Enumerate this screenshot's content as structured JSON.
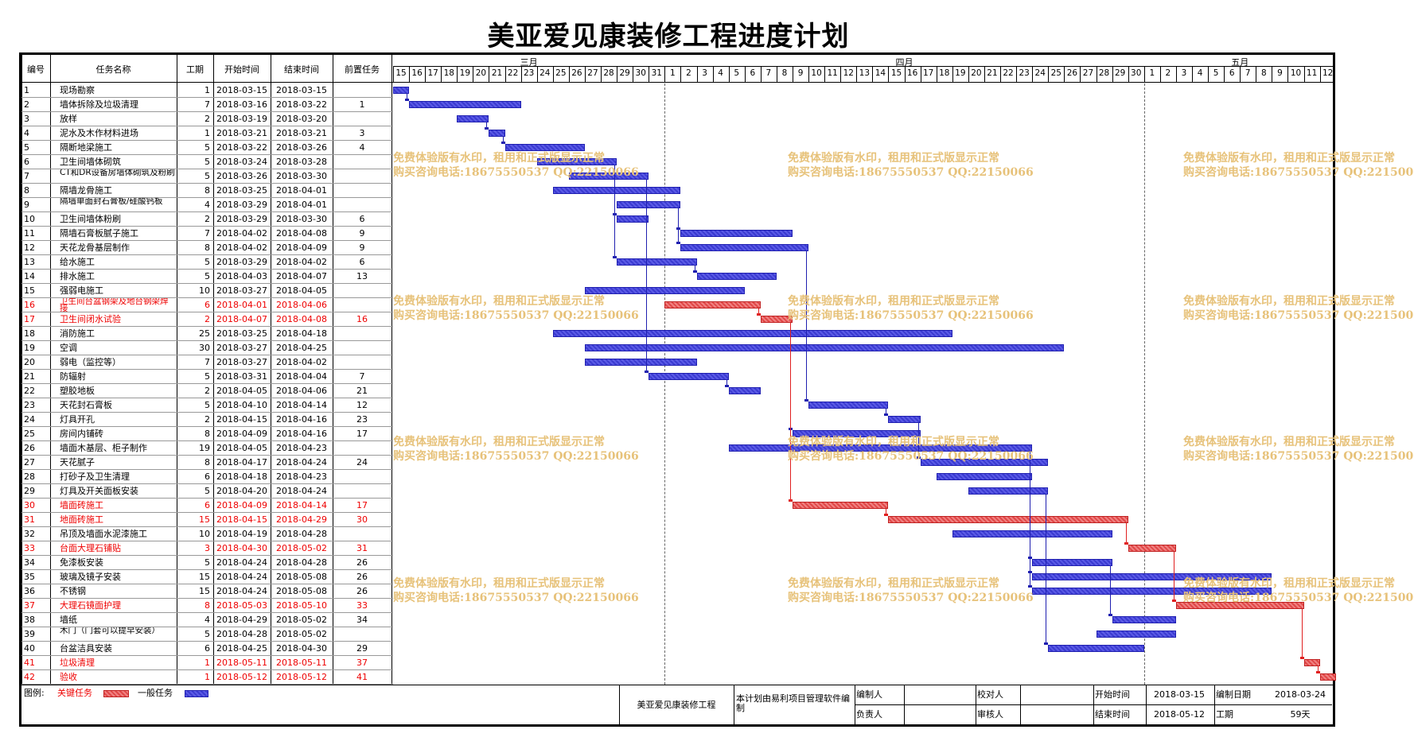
{
  "title": "美亚爱见康装修工程进度计划",
  "columns": {
    "no": "编号",
    "name": "任务名称",
    "dur": "工期",
    "start": "开始时间",
    "end": "结束时间",
    "pred": "前置任务"
  },
  "months": [
    "三月",
    "四月",
    "五月"
  ],
  "days": [
    "15",
    "16",
    "17",
    "18",
    "19",
    "20",
    "21",
    "22",
    "23",
    "24",
    "25",
    "26",
    "27",
    "28",
    "29",
    "30",
    "31",
    "1",
    "2",
    "3",
    "4",
    "5",
    "6",
    "7",
    "8",
    "9",
    "10",
    "11",
    "12",
    "13",
    "14",
    "15",
    "16",
    "17",
    "18",
    "19",
    "20",
    "21",
    "22",
    "23",
    "24",
    "25",
    "26",
    "27",
    "28",
    "29",
    "30",
    "1",
    "2",
    "3",
    "4",
    "5",
    "6",
    "7",
    "8",
    "9",
    "10",
    "11",
    "12"
  ],
  "tasks": [
    {
      "no": "1",
      "name": "现场勘察",
      "dur": "1",
      "start": "2018-03-15",
      "end": "2018-03-15",
      "pred": "",
      "critical": false
    },
    {
      "no": "2",
      "name": "墙体拆除及垃圾清理",
      "dur": "7",
      "start": "2018-03-16",
      "end": "2018-03-22",
      "pred": "1",
      "critical": false
    },
    {
      "no": "3",
      "name": "放样",
      "dur": "2",
      "start": "2018-03-19",
      "end": "2018-03-20",
      "pred": "",
      "critical": false
    },
    {
      "no": "4",
      "name": "泥水及木作材料进场",
      "dur": "1",
      "start": "2018-03-21",
      "end": "2018-03-21",
      "pred": "3",
      "critical": false
    },
    {
      "no": "5",
      "name": "隔断地梁施工",
      "dur": "5",
      "start": "2018-03-22",
      "end": "2018-03-26",
      "pred": "4",
      "critical": false
    },
    {
      "no": "6",
      "name": "卫生间墙体砌筑",
      "dur": "5",
      "start": "2018-03-24",
      "end": "2018-03-28",
      "pred": "",
      "critical": false
    },
    {
      "no": "7",
      "name": "CT和DR设备房墙体砌筑及粉刷",
      "dur": "5",
      "start": "2018-03-26",
      "end": "2018-03-30",
      "pred": "",
      "critical": false
    },
    {
      "no": "8",
      "name": "隔墙龙骨施工",
      "dur": "8",
      "start": "2018-03-25",
      "end": "2018-04-01",
      "pred": "",
      "critical": false
    },
    {
      "no": "9",
      "name": "隔墙单面封石膏板/硅酸钙板",
      "dur": "4",
      "start": "2018-03-29",
      "end": "2018-04-01",
      "pred": "",
      "critical": false
    },
    {
      "no": "10",
      "name": "卫生间墙体粉刷",
      "dur": "2",
      "start": "2018-03-29",
      "end": "2018-03-30",
      "pred": "6",
      "critical": false
    },
    {
      "no": "11",
      "name": "隔墙石膏板腻子施工",
      "dur": "7",
      "start": "2018-04-02",
      "end": "2018-04-08",
      "pred": "9",
      "critical": false
    },
    {
      "no": "12",
      "name": "天花龙骨基层制作",
      "dur": "8",
      "start": "2018-04-02",
      "end": "2018-04-09",
      "pred": "9",
      "critical": false
    },
    {
      "no": "13",
      "name": "给水施工",
      "dur": "5",
      "start": "2018-03-29",
      "end": "2018-04-02",
      "pred": "6",
      "critical": false
    },
    {
      "no": "14",
      "name": "排水施工",
      "dur": "5",
      "start": "2018-04-03",
      "end": "2018-04-07",
      "pred": "13",
      "critical": false
    },
    {
      "no": "15",
      "name": "强弱电施工",
      "dur": "10",
      "start": "2018-03-27",
      "end": "2018-04-05",
      "pred": "",
      "critical": false
    },
    {
      "no": "16",
      "name": "卫生间台盆钢架及地台钢架焊接",
      "dur": "6",
      "start": "2018-04-01",
      "end": "2018-04-06",
      "pred": "",
      "critical": true
    },
    {
      "no": "17",
      "name": "卫生间闭水试验",
      "dur": "2",
      "start": "2018-04-07",
      "end": "2018-04-08",
      "pred": "16",
      "critical": true
    },
    {
      "no": "18",
      "name": "消防施工",
      "dur": "25",
      "start": "2018-03-25",
      "end": "2018-04-18",
      "pred": "",
      "critical": false
    },
    {
      "no": "19",
      "name": "空调",
      "dur": "30",
      "start": "2018-03-27",
      "end": "2018-04-25",
      "pred": "",
      "critical": false
    },
    {
      "no": "20",
      "name": "弱电（监控等）",
      "dur": "7",
      "start": "2018-03-27",
      "end": "2018-04-02",
      "pred": "",
      "critical": false
    },
    {
      "no": "21",
      "name": "防辐射",
      "dur": "5",
      "start": "2018-03-31",
      "end": "2018-04-04",
      "pred": "7",
      "critical": false
    },
    {
      "no": "22",
      "name": "塑胶地板",
      "dur": "2",
      "start": "2018-04-05",
      "end": "2018-04-06",
      "pred": "21",
      "critical": false
    },
    {
      "no": "23",
      "name": "天花封石膏板",
      "dur": "5",
      "start": "2018-04-10",
      "end": "2018-04-14",
      "pred": "12",
      "critical": false
    },
    {
      "no": "24",
      "name": "灯具开孔",
      "dur": "2",
      "start": "2018-04-15",
      "end": "2018-04-16",
      "pred": "23",
      "critical": false
    },
    {
      "no": "25",
      "name": "房间内铺砖",
      "dur": "8",
      "start": "2018-04-09",
      "end": "2018-04-16",
      "pred": "17",
      "critical": false
    },
    {
      "no": "26",
      "name": "墙面木基层、柜子制作",
      "dur": "19",
      "start": "2018-04-05",
      "end": "2018-04-23",
      "pred": "",
      "critical": false
    },
    {
      "no": "27",
      "name": "天花腻子",
      "dur": "8",
      "start": "2018-04-17",
      "end": "2018-04-24",
      "pred": "24",
      "critical": false
    },
    {
      "no": "28",
      "name": "打砂子及卫生清理",
      "dur": "6",
      "start": "2018-04-18",
      "end": "2018-04-23",
      "pred": "",
      "critical": false
    },
    {
      "no": "29",
      "name": "灯具及开关面板安装",
      "dur": "5",
      "start": "2018-04-20",
      "end": "2018-04-24",
      "pred": "",
      "critical": false
    },
    {
      "no": "30",
      "name": "墙面砖施工",
      "dur": "6",
      "start": "2018-04-09",
      "end": "2018-04-14",
      "pred": "17",
      "critical": true
    },
    {
      "no": "31",
      "name": "地面砖施工",
      "dur": "15",
      "start": "2018-04-15",
      "end": "2018-04-29",
      "pred": "30",
      "critical": true
    },
    {
      "no": "32",
      "name": "吊顶及墙面水泥漆施工",
      "dur": "10",
      "start": "2018-04-19",
      "end": "2018-04-28",
      "pred": "",
      "critical": false
    },
    {
      "no": "33",
      "name": "台面大理石铺贴",
      "dur": "3",
      "start": "2018-04-30",
      "end": "2018-05-02",
      "pred": "31",
      "critical": true
    },
    {
      "no": "34",
      "name": "免漆板安装",
      "dur": "5",
      "start": "2018-04-24",
      "end": "2018-04-28",
      "pred": "26",
      "critical": false
    },
    {
      "no": "35",
      "name": "玻璃及镜子安装",
      "dur": "15",
      "start": "2018-04-24",
      "end": "2018-05-08",
      "pred": "26",
      "critical": false
    },
    {
      "no": "36",
      "name": "不锈钢",
      "dur": "15",
      "start": "2018-04-24",
      "end": "2018-05-08",
      "pred": "26",
      "critical": false
    },
    {
      "no": "37",
      "name": "大理石镜面护理",
      "dur": "8",
      "start": "2018-05-03",
      "end": "2018-05-10",
      "pred": "33",
      "critical": true
    },
    {
      "no": "38",
      "name": "墙纸",
      "dur": "4",
      "start": "2018-04-29",
      "end": "2018-05-02",
      "pred": "34",
      "critical": false
    },
    {
      "no": "39",
      "name": "木门（门套可以提早安装）",
      "dur": "5",
      "start": "2018-04-28",
      "end": "2018-05-02",
      "pred": "",
      "critical": false
    },
    {
      "no": "40",
      "name": "台盆洁具安装",
      "dur": "6",
      "start": "2018-04-25",
      "end": "2018-04-30",
      "pred": "29",
      "critical": false
    },
    {
      "no": "41",
      "name": "垃圾清理",
      "dur": "1",
      "start": "2018-05-11",
      "end": "2018-05-11",
      "pred": "37",
      "critical": true
    },
    {
      "no": "42",
      "name": "验收",
      "dur": "1",
      "start": "2018-05-12",
      "end": "2018-05-12",
      "pred": "41",
      "critical": true
    }
  ],
  "schedule": [
    {
      "s": 0,
      "e": 1
    },
    {
      "s": 1,
      "e": 8
    },
    {
      "s": 4,
      "e": 6
    },
    {
      "s": 6,
      "e": 7
    },
    {
      "s": 7,
      "e": 12
    },
    {
      "s": 9,
      "e": 14
    },
    {
      "s": 11,
      "e": 16
    },
    {
      "s": 10,
      "e": 18
    },
    {
      "s": 14,
      "e": 18
    },
    {
      "s": 14,
      "e": 16
    },
    {
      "s": 18,
      "e": 25
    },
    {
      "s": 18,
      "e": 26
    },
    {
      "s": 14,
      "e": 19
    },
    {
      "s": 19,
      "e": 24
    },
    {
      "s": 12,
      "e": 22
    },
    {
      "s": 17,
      "e": 23
    },
    {
      "s": 23,
      "e": 25
    },
    {
      "s": 10,
      "e": 35
    },
    {
      "s": 12,
      "e": 42
    },
    {
      "s": 12,
      "e": 19
    },
    {
      "s": 16,
      "e": 21
    },
    {
      "s": 21,
      "e": 23
    },
    {
      "s": 26,
      "e": 31
    },
    {
      "s": 31,
      "e": 33
    },
    {
      "s": 25,
      "e": 33
    },
    {
      "s": 21,
      "e": 40
    },
    {
      "s": 33,
      "e": 41
    },
    {
      "s": 34,
      "e": 40
    },
    {
      "s": 36,
      "e": 41
    },
    {
      "s": 25,
      "e": 31
    },
    {
      "s": 31,
      "e": 46
    },
    {
      "s": 35,
      "e": 45
    },
    {
      "s": 46,
      "e": 49
    },
    {
      "s": 40,
      "e": 45
    },
    {
      "s": 40,
      "e": 55
    },
    {
      "s": 40,
      "e": 55
    },
    {
      "s": 49,
      "e": 57
    },
    {
      "s": 45,
      "e": 49
    },
    {
      "s": 44,
      "e": 49
    },
    {
      "s": 41,
      "e": 47
    },
    {
      "s": 57,
      "e": 58
    },
    {
      "s": 58,
      "e": 59
    }
  ],
  "watermark": {
    "line1": "免费体验版有水印，租用和正式版显示正常",
    "line2": "购买咨询电话:18675550537 QQ:22150066"
  },
  "legend": {
    "label": "图例:",
    "critical": "关键任务",
    "normal": "一般任务"
  },
  "footer": {
    "project": "美亚爱见康装修工程",
    "software": "本计划由易利项目管理软件编制",
    "editor_label": "编制人",
    "checker_label": "校对人",
    "owner_label": "负责人",
    "auditor_label": "审核人",
    "start_label": "开始时间",
    "start_value": "2018-03-15",
    "make_date_label": "编制日期",
    "make_date_value": "2018-03-24",
    "end_label": "结束时间",
    "end_value": "2018-05-12",
    "period_label": "工期",
    "period_value": "59天"
  },
  "colors": {
    "normal": "#3b3bd0",
    "critical": "#e04848",
    "watermark": "#e7c27a"
  }
}
